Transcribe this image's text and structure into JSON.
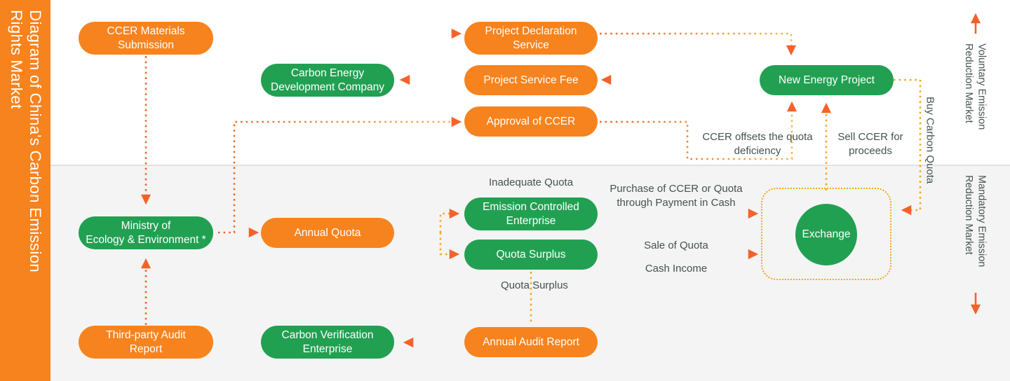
{
  "title": {
    "text": "Diagram of China's Carbon Emission\nRights Market"
  },
  "colors": {
    "orange": "#f7831e",
    "green": "#22a052",
    "arrow": "#f4622a",
    "wire_gradient_a": "#f4622a",
    "wire_gradient_b": "#f6b73c",
    "label_text": "#44534d",
    "band_bottom": "#f4f4f4"
  },
  "nodes": {
    "ccer_materials_submission": "CCER Materials\nSubmission",
    "project_declaration_service": "Project Declaration\nService",
    "carbon_energy_development_company": "Carbon Energy\nDevelopment Company",
    "project_service_fee": "Project Service Fee",
    "approval_of_ccer": "Approval of CCER",
    "new_energy_project": "New Energy Project",
    "ministry_of_ecology": "Ministry of\nEcology & Environment *",
    "annual_quota": "Annual Quota",
    "emission_controlled_enterprise": "Emission Controlled\nEnterprise",
    "quota_surplus": "Quota Surplus",
    "exchange": "Exchange",
    "third_party_audit_report": "Third-party Audit\nReport",
    "carbon_verification_enterprise": "Carbon Verification\nEnterprise",
    "annual_audit_report": "Annual Audit Report"
  },
  "edge_labels": {
    "ccer_offsets": "CCER offsets the quota\ndeficiency",
    "sell_ccer": "Sell CCER for\nproceeds",
    "buy_carbon_quota": "Buy Carbon Quota",
    "inadequate_quota": "Inadequate Quota",
    "purchase_ccer": "Purchase of CCER or Quota\nthrough Payment in Cash",
    "sale_of_quota": "Sale of Quota",
    "cash_income": "Cash Income",
    "quota_surplus_lower": "Quota Surplus"
  },
  "side_markets": {
    "voluntary": "Voluntary Emission\nReduction Market",
    "mandatory": "Mandatory Emission\nReduction Market",
    "voluntary_arrow": "up-arrow",
    "mandatory_arrow": "down-arrow"
  }
}
